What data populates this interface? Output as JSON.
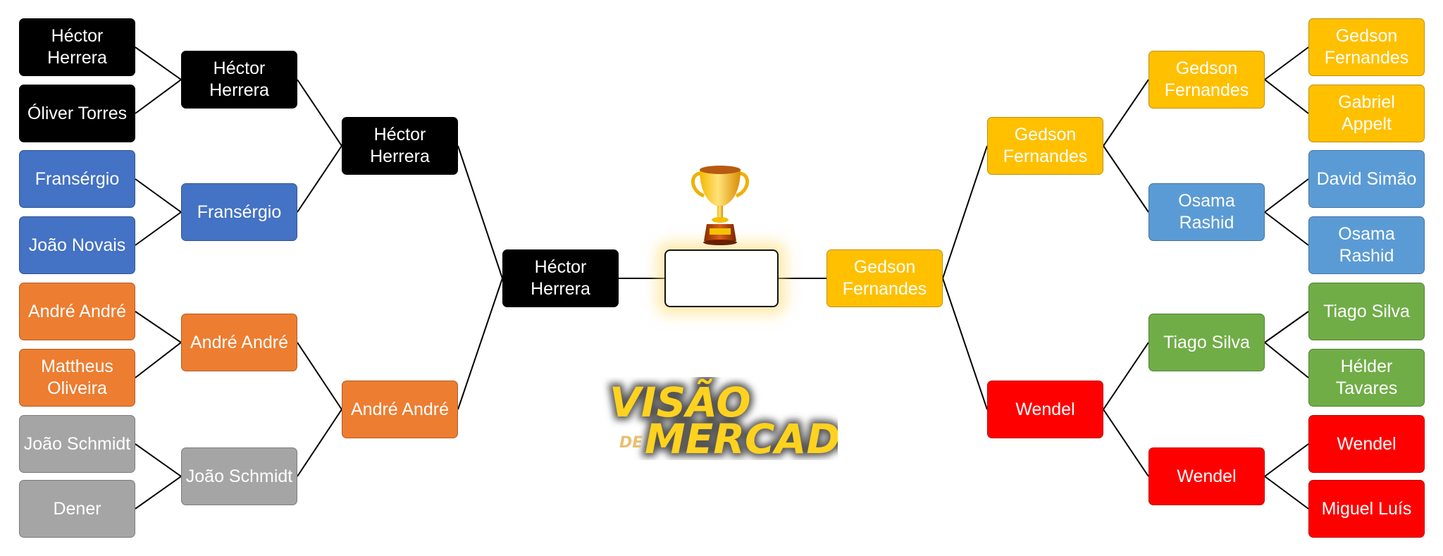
{
  "title": "Tournament bracket",
  "colors": {
    "black": "#000000",
    "blue_dark": "#4472C4",
    "blue_light": "#5B9BD5",
    "orange": "#ED7D31",
    "gray": "#A5A5A5",
    "yellow": "#FFC000",
    "green": "#70AD47",
    "red": "#FF0000",
    "connector": "#000000"
  },
  "left": {
    "round_of_32": [
      {
        "name": "Héctor\nHerrera",
        "color": "black"
      },
      {
        "name": "Óliver Torres",
        "color": "black"
      },
      {
        "name": "Fransérgio",
        "color": "blue_dark"
      },
      {
        "name": "João Novais",
        "color": "blue_dark"
      },
      {
        "name": "André André",
        "color": "orange"
      },
      {
        "name": "Mattheus\nOliveira",
        "color": "orange"
      },
      {
        "name": "João Schmidt",
        "color": "gray"
      },
      {
        "name": "Dener",
        "color": "gray"
      }
    ],
    "round_of_16": [
      {
        "name": "Héctor\nHerrera",
        "color": "black"
      },
      {
        "name": "Fransérgio",
        "color": "blue_dark"
      },
      {
        "name": "André André",
        "color": "orange"
      },
      {
        "name": "João Schmidt",
        "color": "gray"
      }
    ],
    "quarterfinal": [
      {
        "name": "Héctor\nHerrera",
        "color": "black"
      },
      {
        "name": "André André",
        "color": "orange"
      }
    ],
    "semifinal": [
      {
        "name": "Héctor\nHerrera",
        "color": "black"
      }
    ]
  },
  "right": {
    "round_of_32": [
      {
        "name": "Gedson\nFernandes",
        "color": "yellow"
      },
      {
        "name": "Gabriel\nAppelt",
        "color": "yellow"
      },
      {
        "name": "David Simão",
        "color": "blue_light"
      },
      {
        "name": "Osama\nRashid",
        "color": "blue_light"
      },
      {
        "name": "Tiago Silva",
        "color": "green"
      },
      {
        "name": "Hélder\nTavares",
        "color": "green"
      },
      {
        "name": "Wendel",
        "color": "red"
      },
      {
        "name": "Miguel Luís",
        "color": "red"
      }
    ],
    "round_of_16": [
      {
        "name": "Gedson\nFernandes",
        "color": "yellow"
      },
      {
        "name": "Osama\nRashid",
        "color": "blue_light"
      },
      {
        "name": "Tiago Silva",
        "color": "green"
      },
      {
        "name": "Wendel",
        "color": "red"
      }
    ],
    "quarterfinal": [
      {
        "name": "Gedson\nFernandes",
        "color": "yellow"
      },
      {
        "name": "Wendel",
        "color": "red"
      }
    ],
    "semifinal": [
      {
        "name": "Gedson\nFernandes",
        "color": "yellow"
      }
    ]
  },
  "final": {
    "winner": ""
  },
  "trophy_icon": "trophy-icon",
  "logo": {
    "line1": "VISÃO",
    "small": "DE",
    "line2": "MERCADO"
  }
}
